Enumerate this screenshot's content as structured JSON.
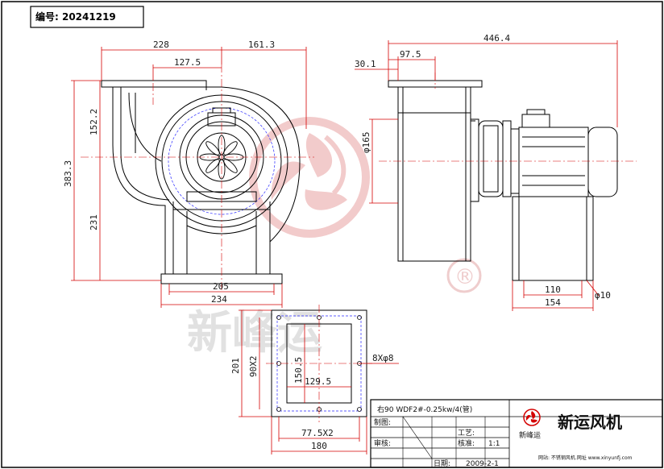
{
  "header": {
    "number_label": "编号: 20241219"
  },
  "front_view": {
    "dims": {
      "top_total": "228",
      "top_right": "161.3",
      "top_inner": "127.5",
      "left_total": "383.3",
      "left_upper": "152.2",
      "left_lower": "231",
      "bottom_inner": "205",
      "bottom_outer": "234"
    }
  },
  "side_view": {
    "dims": {
      "total": "446.4",
      "offset": "30.1",
      "inlet": "97.5",
      "dia": "φ165",
      "base_inner": "110",
      "base_outer": "154",
      "hole": "φ10"
    }
  },
  "flange_view": {
    "dims": {
      "outer_h": "201",
      "pitch_v": "90X2",
      "inner_h": "150.5",
      "inner_w": "129.5",
      "holes": "8Xφ8",
      "pitch_h": "77.5X2",
      "outer_w": "180"
    }
  },
  "watermark": {
    "text": "新峰运",
    "registered": "®"
  },
  "title_block": {
    "model": "右90  WDF2#-0.25kw/4(管)",
    "label_draw": "制图:",
    "label_review": "审核:",
    "label_craft": "工艺:",
    "label_approve": "核准:",
    "label_date": "日期:",
    "scale": "1:1",
    "date": "2009-2-1",
    "company": "新运风机",
    "logo_text": "新峰运",
    "footer": "网站: 不锈钢风机.网址    www.xinyunfj.com"
  },
  "colors": {
    "dimension": "#d40000",
    "outline": "#000000",
    "hidden": "#2a2aff",
    "watermark": "#e9b3b3"
  }
}
